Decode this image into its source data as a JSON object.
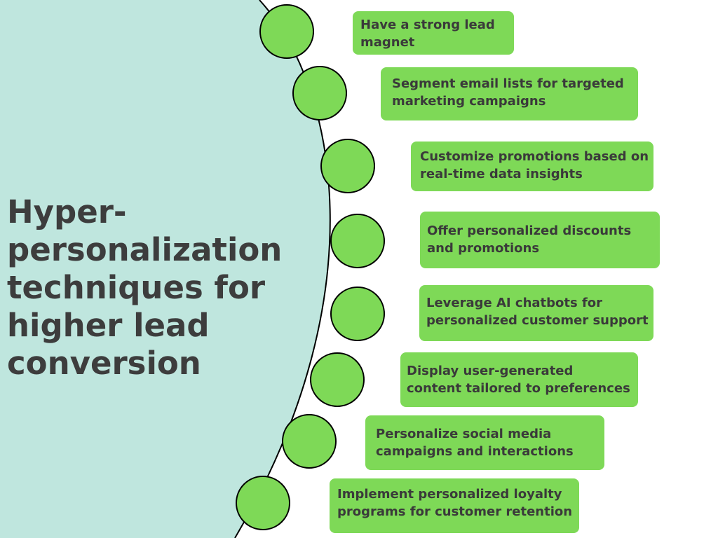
{
  "colors": {
    "background": "#ffffff",
    "panel": "#bfe6de",
    "node_fill": "#7ed957",
    "node_stroke": "#000000",
    "box_fill": "#7ed957",
    "title_text": "#3d3d3d",
    "box_text": "#3a3a3a"
  },
  "title": {
    "lines": [
      "Hyper-",
      "personalization",
      "techniques for",
      "higher lead",
      "conversion"
    ]
  },
  "techniques": [
    {
      "lines": [
        "Have a strong lead",
        "magnet"
      ]
    },
    {
      "lines": [
        "Segment email lists for targeted",
        "marketing campaigns"
      ]
    },
    {
      "lines": [
        "Customize promotions based on",
        "real-time data insights"
      ]
    },
    {
      "lines": [
        "Offer personalized discounts",
        "and promotions"
      ]
    },
    {
      "lines": [
        "Leverage AI chatbots for",
        "personalized customer support"
      ]
    },
    {
      "lines": [
        "Display user-generated",
        "content tailored to preferences"
      ]
    },
    {
      "lines": [
        "Personalize social media",
        "campaigns and interactions"
      ]
    },
    {
      "lines": [
        "Implement personalized loyalty",
        "programs for customer retention"
      ]
    }
  ]
}
